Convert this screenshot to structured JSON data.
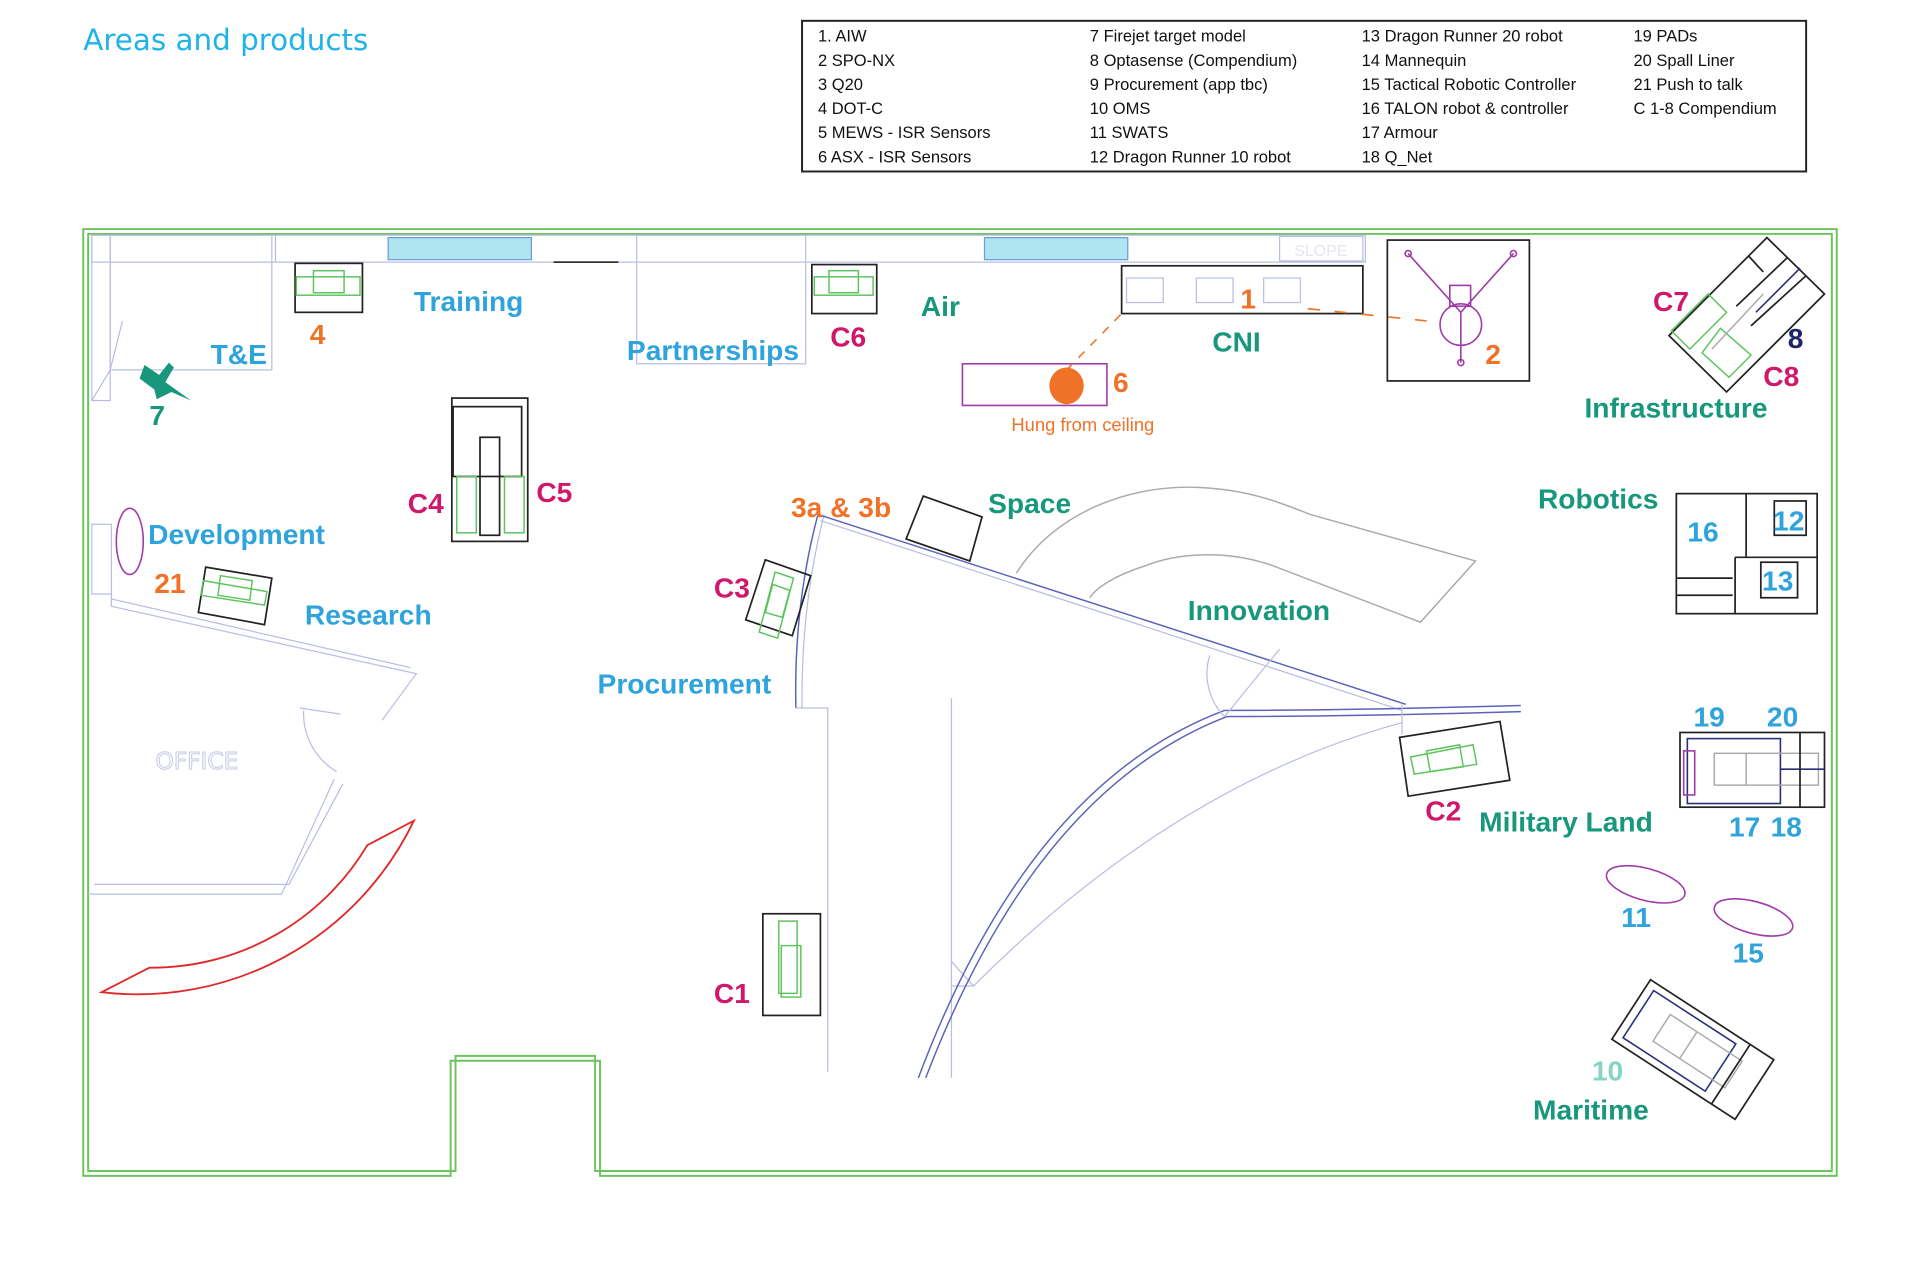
{
  "title": "Areas and products",
  "legend": {
    "columns": [
      [
        "1.  AIW",
        "2   SPO-NX",
        "3   Q20",
        "4   DOT-C",
        "5   MEWS - ISR Sensors",
        "6   ASX - ISR Sensors"
      ],
      [
        "7   Firejet target model",
        "8   Optasense (Compendium)",
        "9   Procurement (app tbc)",
        "10 OMS",
        "11  SWATS",
        "12 Dragon Runner 10 robot"
      ],
      [
        "13 Dragon Runner 20 robot",
        "14  Mannequin",
        "15  Tactical Robotic Controller",
        "16  TALON robot & controller",
        "17  Armour",
        "18  Q_Net"
      ],
      [
        "19  PADs",
        "20  Spall Liner",
        "21 Push to talk",
        "C 1-8 Compendium"
      ]
    ]
  },
  "colors": {
    "title": "#1fb3e8",
    "area_blue": "#2ea3dc",
    "area_teal": "#17977c",
    "product_orange": "#f07226",
    "compendium_magenta": "#d0176a",
    "navy": "#1f2466",
    "light_teal": "#86d4c4",
    "outline_green": "#6cc45c"
  },
  "areas": {
    "training": "Training",
    "te": "T&E",
    "partnerships": "Partnerships",
    "air": "Air",
    "cni": "CNI",
    "infrastructure": "Infrastructure",
    "development": "Development",
    "research": "Research",
    "space": "Space",
    "innovation": "Innovation",
    "robotics": "Robotics",
    "procurement": "Procurement",
    "military_land": "Military Land",
    "maritime": "Maritime",
    "office": "OFFICE",
    "slope": "SLOPE"
  },
  "markers": {
    "p1": "1",
    "p2": "2",
    "p3": "3a & 3b",
    "p4": "4",
    "p6": "6",
    "p7": "7",
    "p8": "8",
    "p10": "10",
    "p11": "11",
    "p12": "12",
    "p13": "13",
    "p15": "15",
    "p16": "16",
    "p17": "17",
    "p18": "18",
    "p19": "19",
    "p20": "20",
    "p21": "21",
    "c1": "C1",
    "c2": "C2",
    "c3": "C3",
    "c4": "C4",
    "c5": "C5",
    "c6": "C6",
    "c7": "C7",
    "c8": "C8"
  },
  "notes": {
    "hung": "Hung from ceiling"
  }
}
